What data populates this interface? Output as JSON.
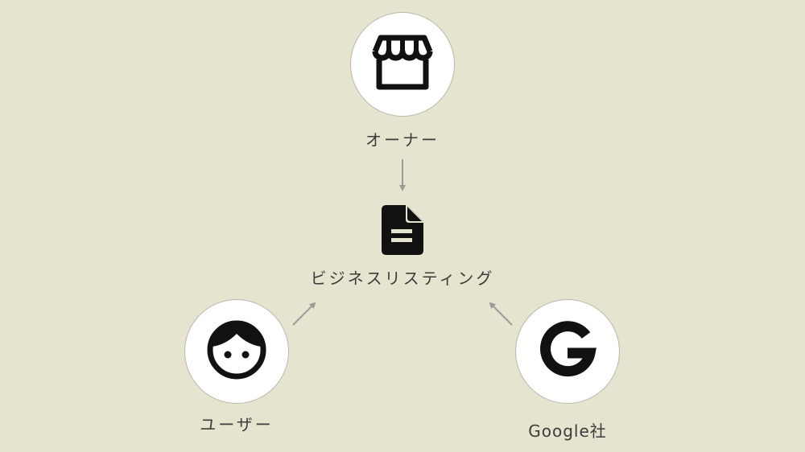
{
  "nodes": {
    "owner": {
      "label": "オーナー",
      "icon": "storefront-icon"
    },
    "listing": {
      "label": "ビジネスリスティング",
      "icon": "document-icon"
    },
    "user": {
      "label": "ユーザー",
      "icon": "face-icon"
    },
    "google": {
      "label": "Google社",
      "icon": "google-g-icon"
    }
  },
  "edges": [
    {
      "from": "owner",
      "to": "listing"
    },
    {
      "from": "user",
      "to": "listing"
    },
    {
      "from": "google",
      "to": "listing"
    }
  ],
  "colors": {
    "background": "#e6e3cf",
    "circle_fill": "#ffffff",
    "circle_border": "#b9b8b0",
    "arrow": "#9b9b98",
    "icon": "#111111",
    "text": "#3c3c3c"
  }
}
